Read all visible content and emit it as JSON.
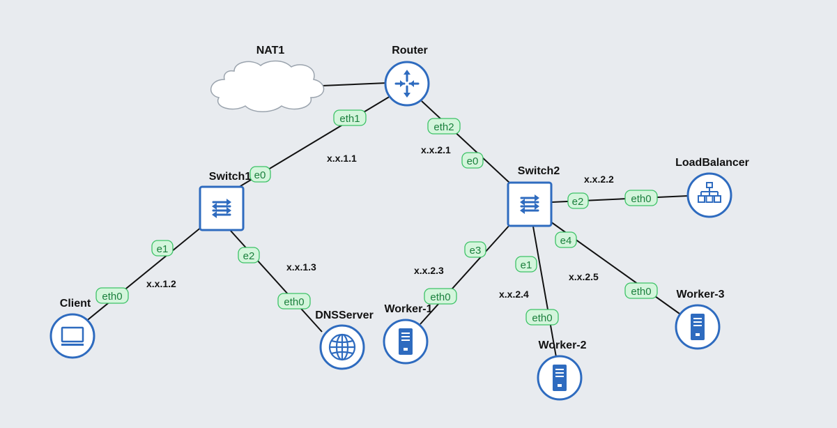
{
  "nodes": {
    "nat1": "NAT1",
    "router": "Router",
    "switch1": "Switch1",
    "switch2": "Switch2",
    "loadbalancer": "LoadBalancer",
    "client": "Client",
    "dnsserver": "DNSServer",
    "worker1": "Worker-1",
    "worker2": "Worker-2",
    "worker3": "Worker-3"
  },
  "subnets": {
    "router_sw1": "x.x.1.1",
    "router_sw2": "x.x.2.1",
    "client": "x.x.1.2",
    "dns": "x.x.1.3",
    "lb": "x.x.2.2",
    "w1": "x.x.2.3",
    "w2": "x.x.2.4",
    "w3": "x.x.2.5"
  },
  "ports": {
    "router_eth1": "eth1",
    "router_eth2": "eth2",
    "sw1_e0": "e0",
    "sw1_e1": "e1",
    "sw1_e2": "e2",
    "sw2_e0": "e0",
    "sw2_e1": "e1",
    "sw2_e2": "e2",
    "sw2_e3": "e3",
    "sw2_e4": "e4",
    "client_eth0": "eth0",
    "dns_eth0": "eth0",
    "lb_eth0": "eth0",
    "w1_eth0": "eth0",
    "w2_eth0": "eth0",
    "w3_eth0": "eth0"
  },
  "colors": {
    "icon_blue": "#2e6bbf",
    "port_green": "#3cc266",
    "background": "#e8ebef"
  },
  "icons": {
    "nat1": "cloud-icon",
    "router": "router-icon",
    "switch": "switch-icon",
    "loadbalancer": "load-balancer-icon",
    "client": "monitor-icon",
    "dnsserver": "globe-icon",
    "worker": "server-icon"
  }
}
